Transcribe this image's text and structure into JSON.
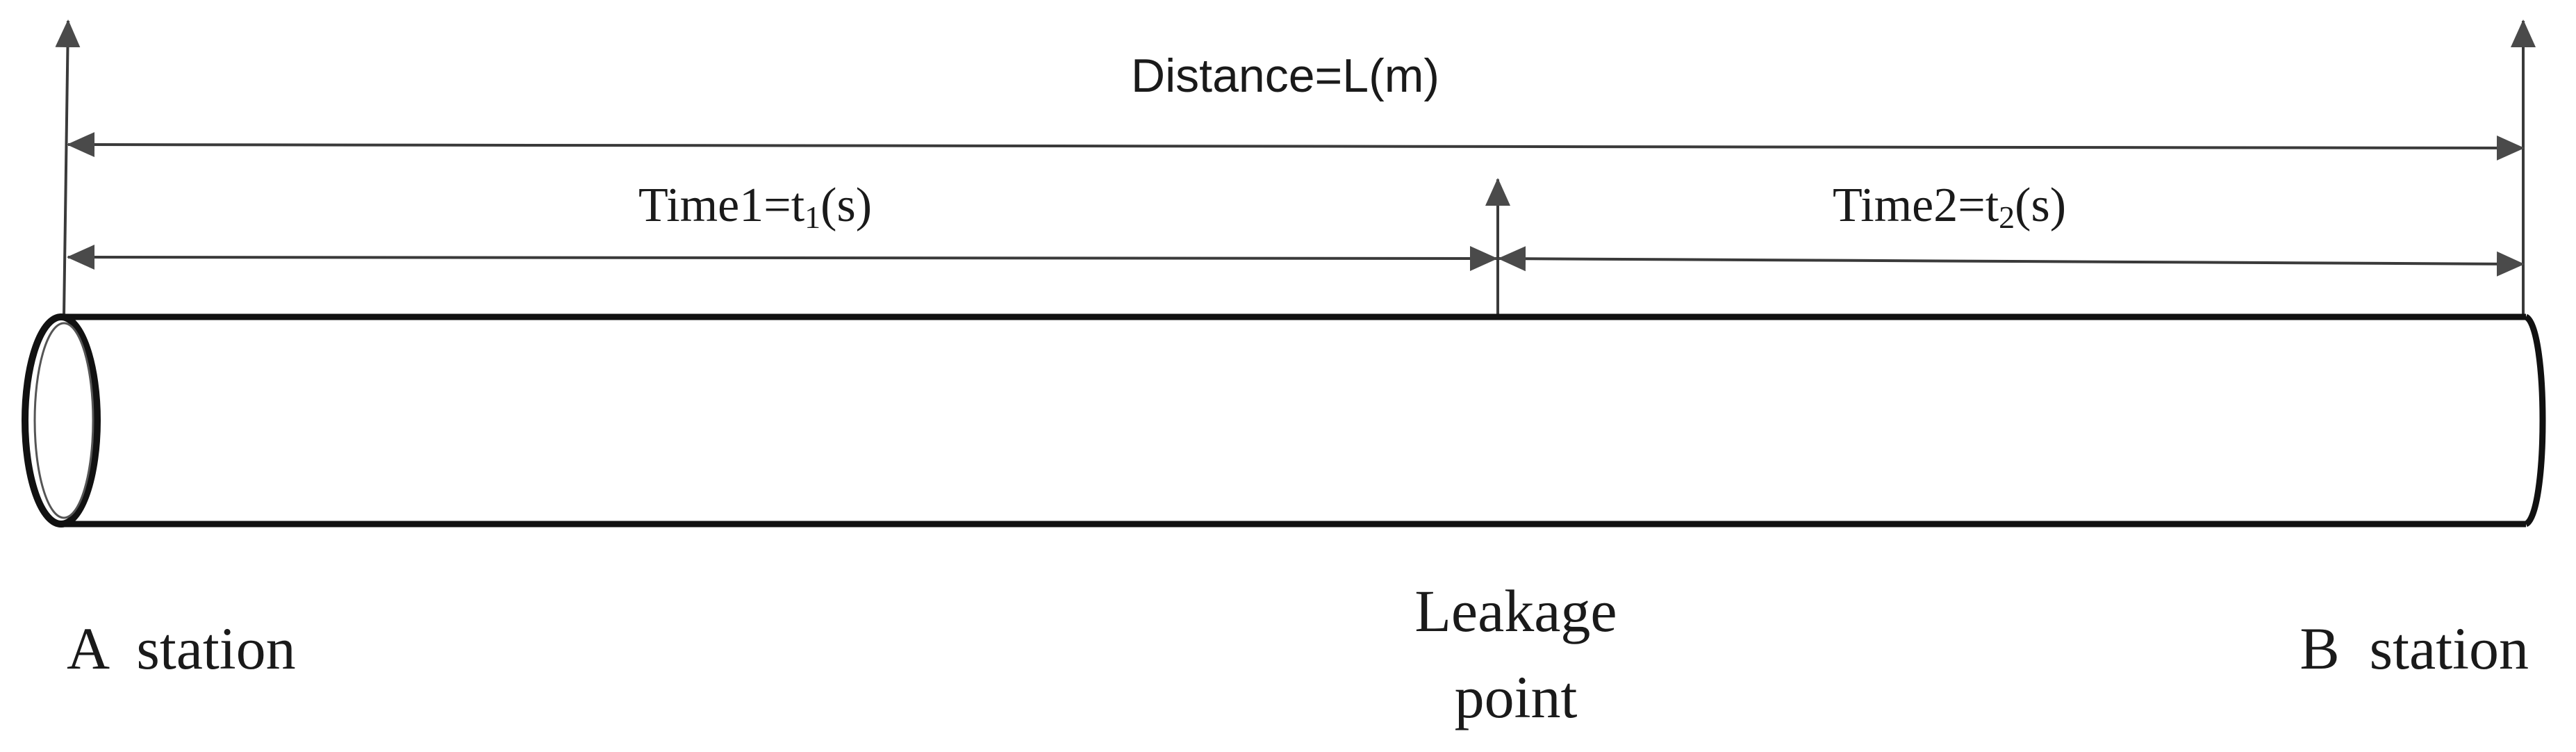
{
  "labels": {
    "distance_prefix": "Distance=",
    "distance_var": "L",
    "distance_unit": "(m)",
    "time1_prefix": "Time1=",
    "time1_var": "t",
    "time1_sub": "1",
    "time1_unit": "(s)",
    "time2_prefix": "Time2=",
    "time2_var": "t",
    "time2_sub": "2",
    "time2_unit": "(s)",
    "station_a": "A  station",
    "station_b": "B  station",
    "leakage_line1": "Leakage",
    "leakage_line2": "point"
  },
  "colors": {
    "line": "#2a2a2a",
    "text": "#1a1a1a"
  }
}
